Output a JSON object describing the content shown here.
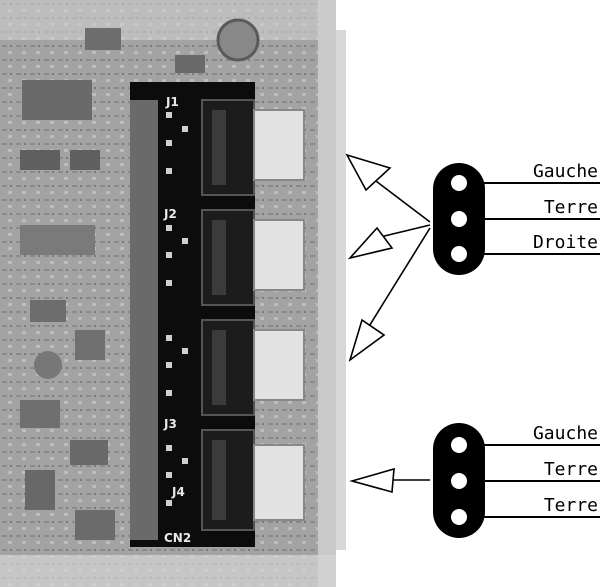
{
  "connector_top": {
    "pins": [
      "Gauche",
      "Terre",
      "Droite"
    ]
  },
  "connector_bottom": {
    "pins": [
      "Gauche",
      "Terre",
      "Terre"
    ]
  },
  "board_labels": {
    "j1": "J1",
    "j2": "J2",
    "j3": "J3",
    "j4": "J4",
    "cn2": "CN2"
  },
  "colors": {
    "pcb": "#9a9a9a",
    "pcb_dark": "#5e5e5e",
    "header_strip": "#0c0c0c",
    "connector_body": "#000000",
    "pin_fill": "#ffffff",
    "line": "#000000"
  },
  "icons": {
    "arrow": "hollow-arrowhead",
    "pin": "pin-hole"
  }
}
